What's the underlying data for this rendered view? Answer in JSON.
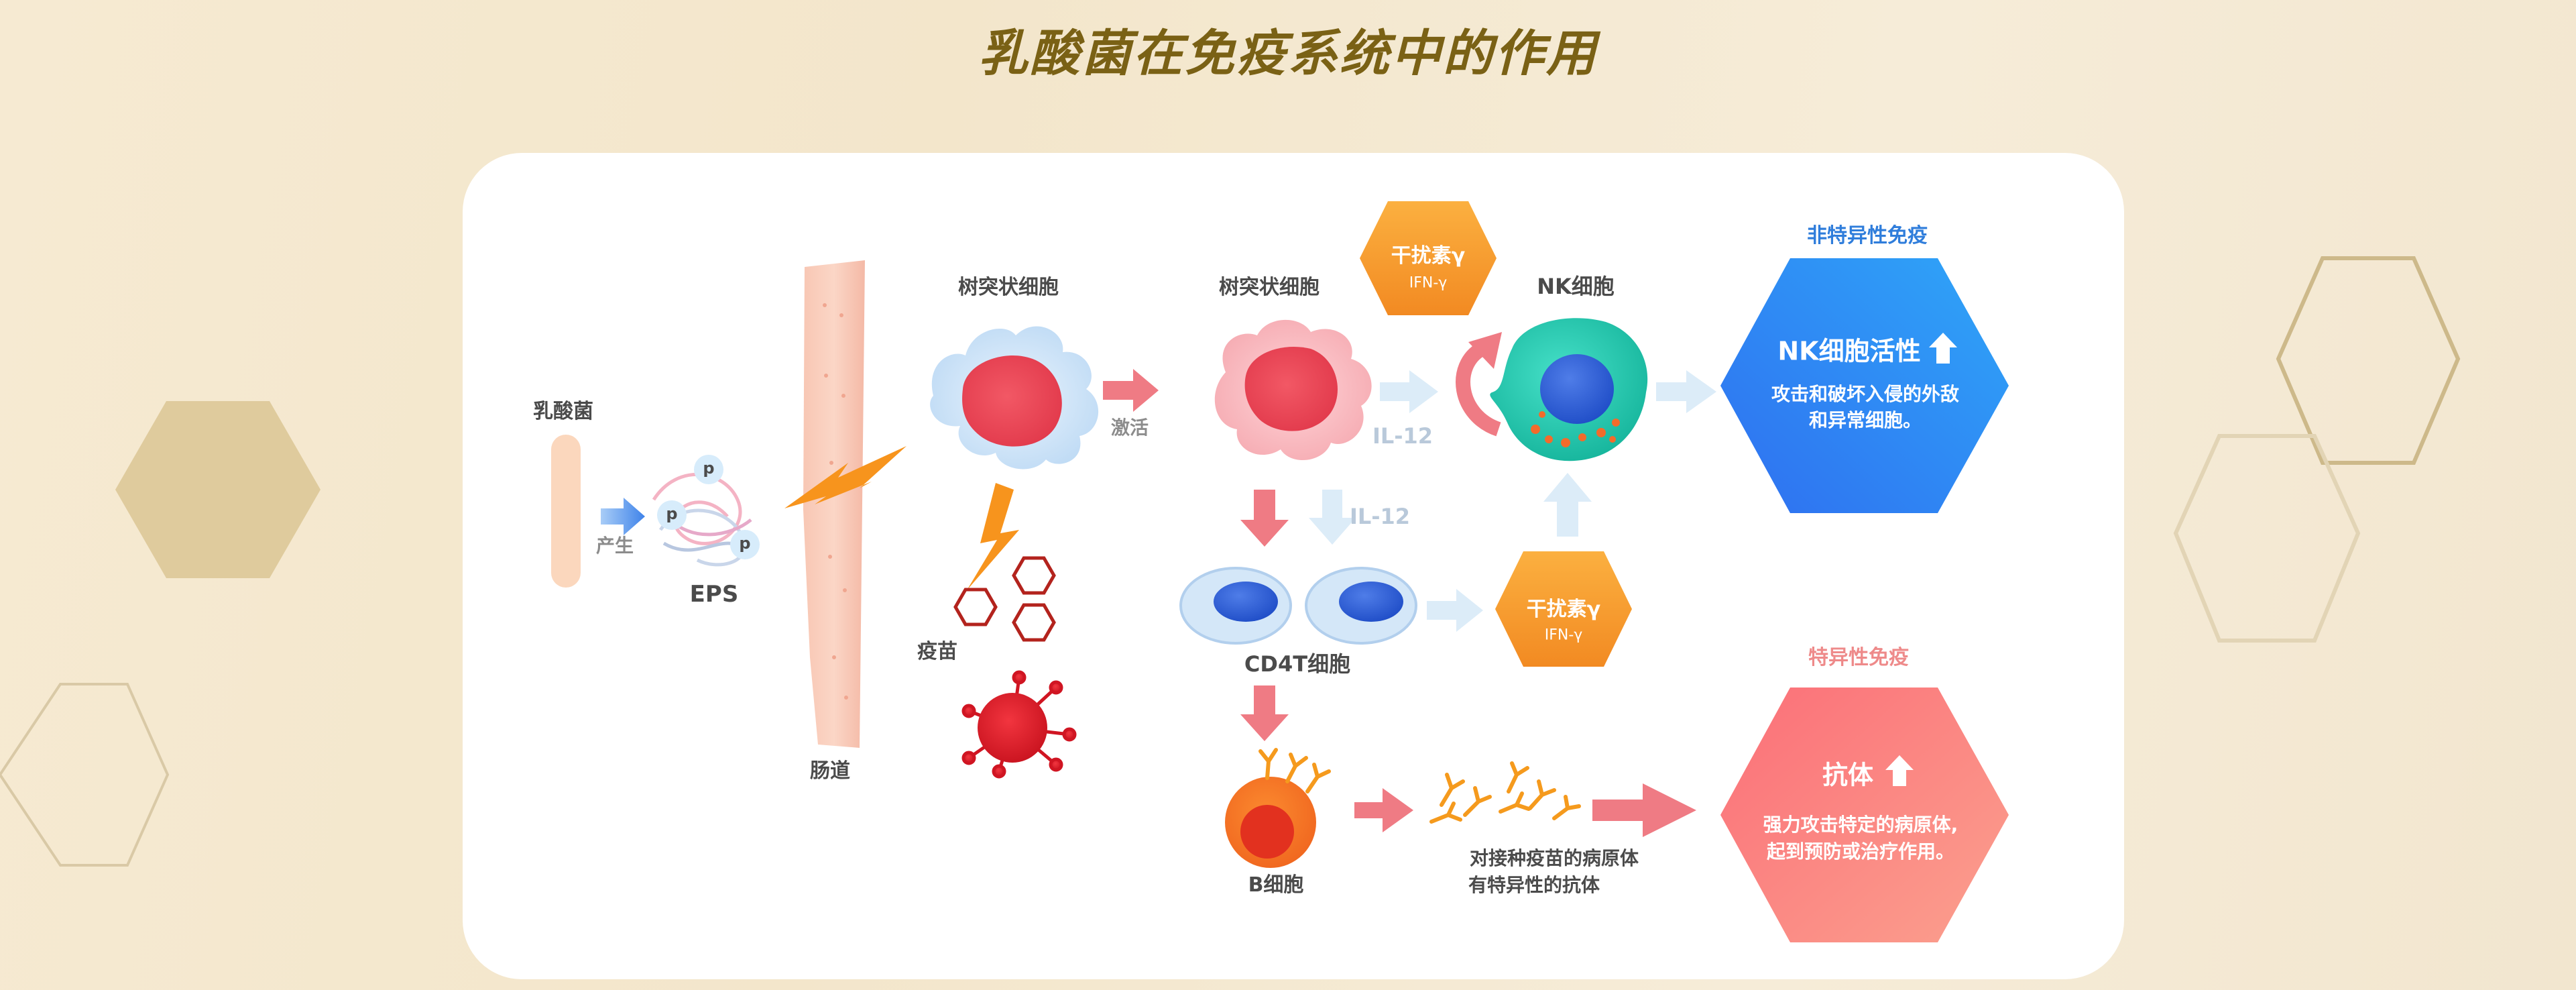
{
  "title": "乳酸菌在免疫系统中的作用",
  "labels": {
    "lactobacillus": "乳酸菌",
    "produce": "产生",
    "eps": "EPS",
    "p": "p",
    "intestine": "肠道",
    "dendritic_cell_1": "树突状细胞",
    "dendritic_cell_2": "树突状细胞",
    "activate": "激活",
    "vaccine": "疫苗",
    "ifn_title_1": "干扰素γ",
    "ifn_sub_1": "IFN-γ",
    "nk_cell": "NK细胞",
    "il12_1": "IL-12",
    "il12_2": "IL-12",
    "cd4t": "CD4T细胞",
    "ifn_title_2": "干扰素γ",
    "ifn_sub_2": "IFN-γ",
    "b_cell": "B细胞",
    "antibody_desc_line1": "对接种疫苗的病原体",
    "antibody_desc_line2": "有特异性的抗体"
  },
  "nonspecific": {
    "heading": "非特异性免疫",
    "main": "NK细胞活性",
    "desc_line1": "攻击和破坏入侵的外敌",
    "desc_line2": "和异常细胞。"
  },
  "specific": {
    "heading": "特异性免疫",
    "main": "抗体",
    "desc_line1": "强力攻击特定的病原体,",
    "desc_line2": "起到预防或治疗作用。"
  },
  "colors": {
    "title": "#7a6115",
    "blue_hex_top": "#2f6ff0",
    "blue_hex_bottom": "#2f9bf6",
    "pink_hex": "#fb7f7c",
    "orange_hex": "#f9a133",
    "pink_arrow": "#ef7b84",
    "light_blue_arrow": "#dcecf8",
    "heading_blue": "#2f7ddb",
    "heading_pink": "#ee8a8a"
  }
}
